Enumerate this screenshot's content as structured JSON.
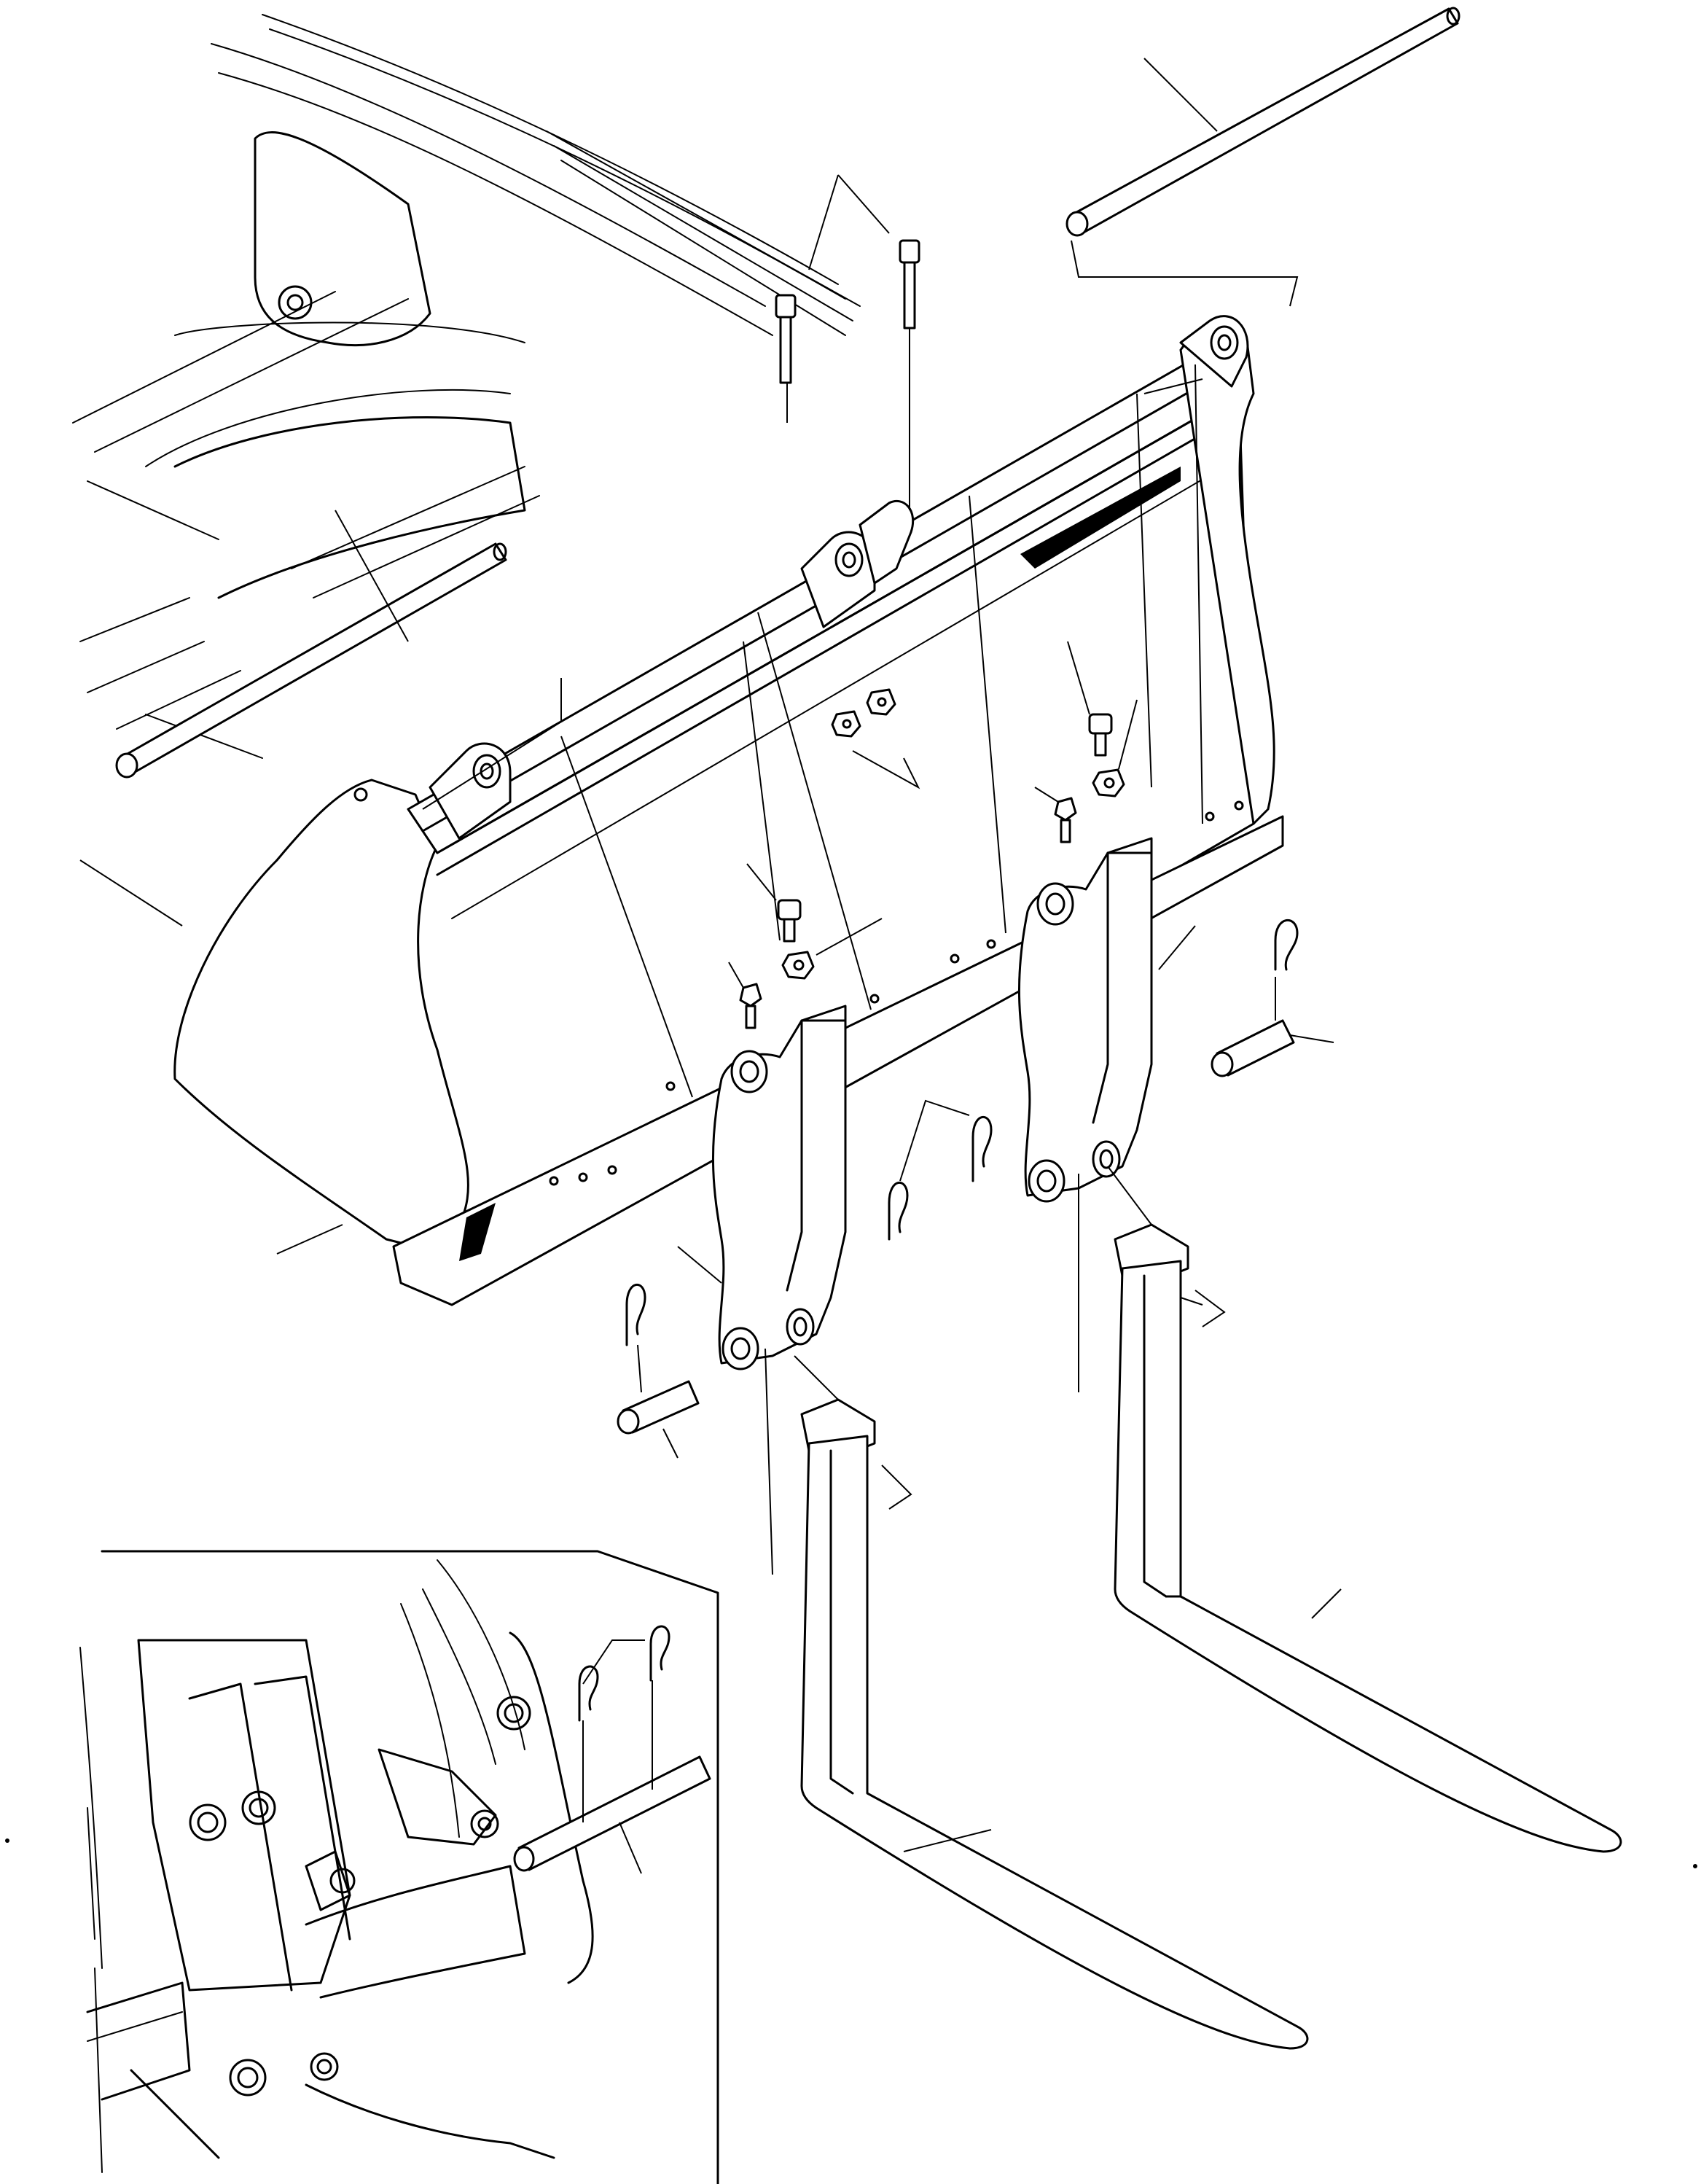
{
  "diagram": {
    "parts": [
      "bucket",
      "upper-pin-left",
      "upper-pin-right",
      "carriage-bracket-left",
      "carriage-bracket-right",
      "fork-tine-left",
      "fork-tine-right",
      "bolt",
      "nut",
      "grease-fitting",
      "r-clip",
      "fork-pin",
      "detail-inset"
    ],
    "colors": {
      "line": "#000000",
      "background": "#ffffff"
    }
  }
}
